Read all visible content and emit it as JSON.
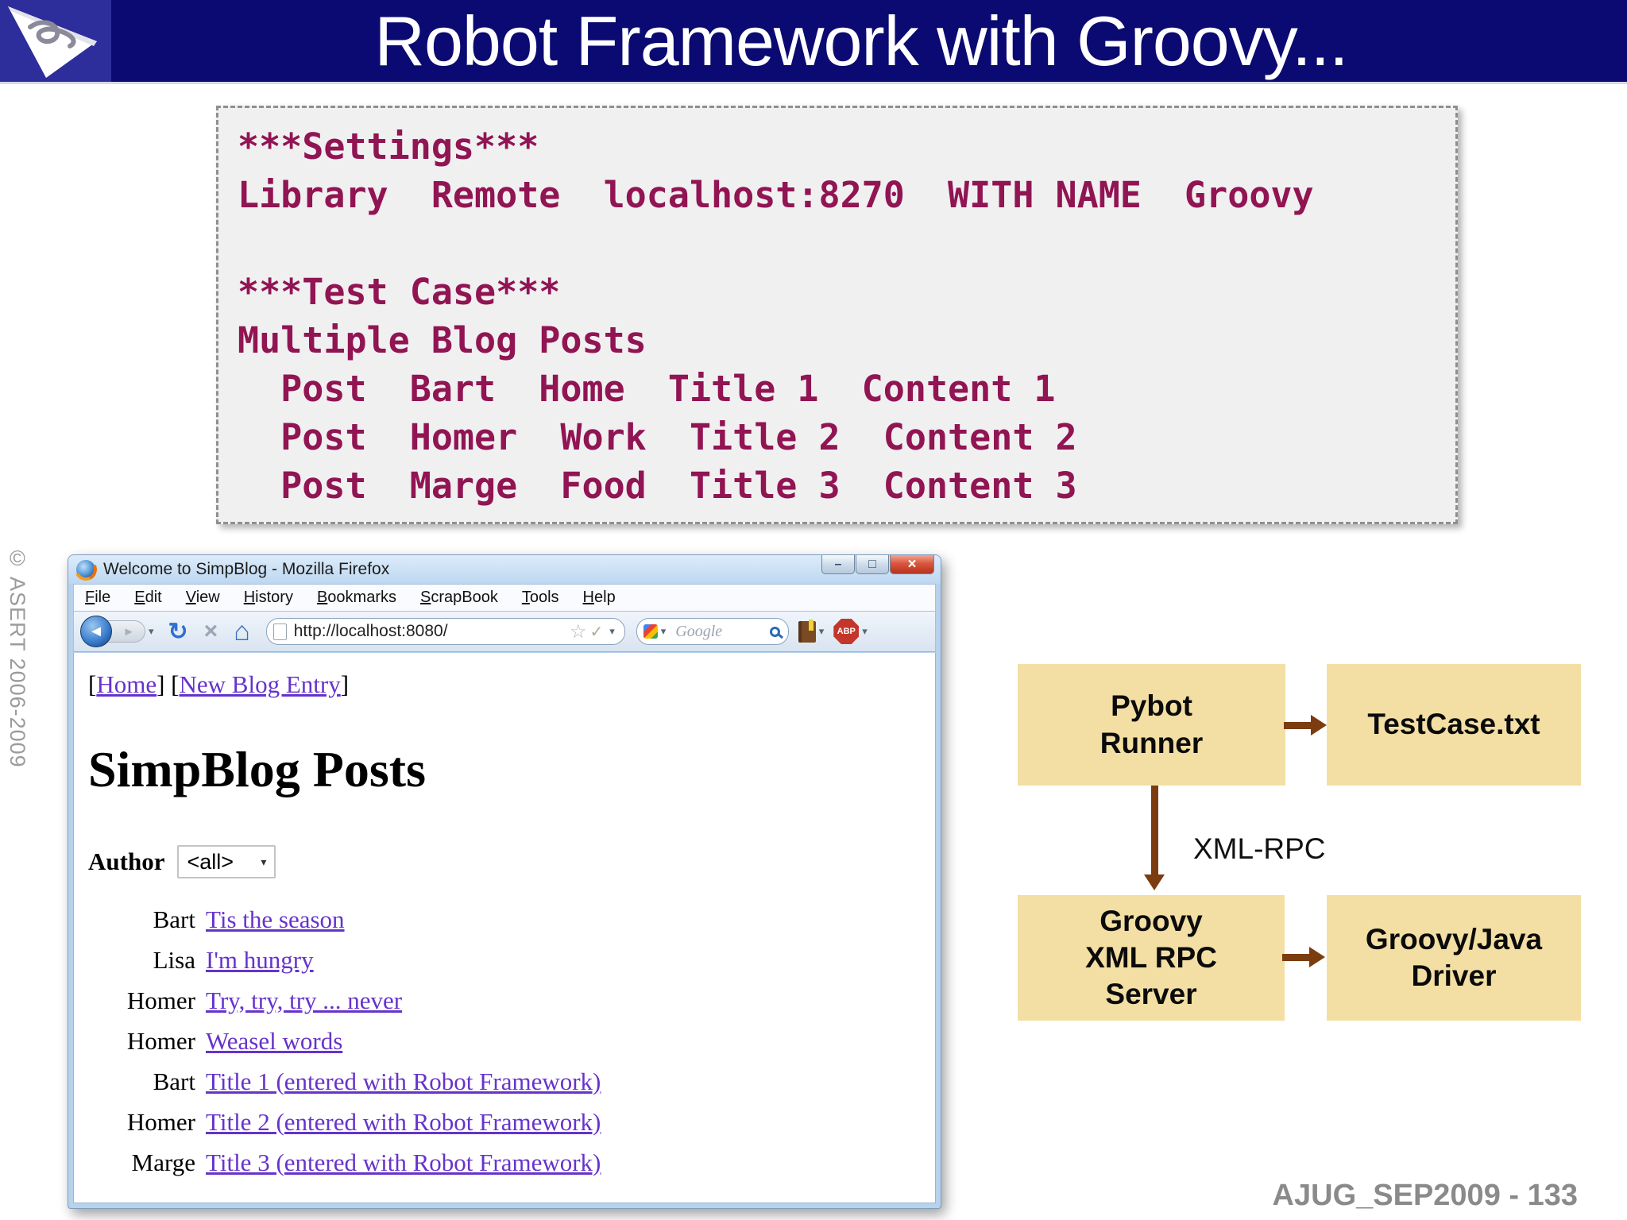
{
  "header": {
    "title": "Robot Framework with Groovy..."
  },
  "code": {
    "lines": [
      "***Settings***",
      "Library  Remote  localhost:8270  WITH NAME  Groovy",
      "",
      "***Test Case***",
      "Multiple Blog Posts",
      "  Post  Bart  Home  Title 1  Content 1",
      "  Post  Homer  Work  Title 2  Content 2",
      "  Post  Marge  Food  Title 3  Content 3"
    ]
  },
  "copyright": "© ASERT 2006-2009",
  "footer": "AJUG_SEP2009 - 133",
  "browser": {
    "window_title": "Welcome to SimpBlog - Mozilla Firefox",
    "menus": [
      "File",
      "Edit",
      "View",
      "History",
      "Bookmarks",
      "ScrapBook",
      "Tools",
      "Help"
    ],
    "url": "http://localhost:8080/",
    "search_engine": "Google",
    "abp_label": "ABP",
    "content": {
      "brackets": [
        "[",
        "]"
      ],
      "nav_links": [
        "Home",
        "New Blog Entry"
      ],
      "heading": "SimpBlog Posts",
      "author_label": "Author",
      "author_filter_value": "<all>",
      "posts": [
        {
          "author": "Bart",
          "title": "Tis the season"
        },
        {
          "author": "Lisa",
          "title": "I'm hungry"
        },
        {
          "author": "Homer",
          "title": "Try, try, try ... never"
        },
        {
          "author": "Homer",
          "title": "Weasel words"
        },
        {
          "author": "Bart",
          "title": "Title 1 (entered with Robot Framework)"
        },
        {
          "author": "Homer",
          "title": "Title 2 (entered with Robot Framework)"
        },
        {
          "author": "Marge",
          "title": "Title 3 (entered with Robot Framework)"
        }
      ]
    }
  },
  "diagram": {
    "boxes": [
      {
        "label": "Pybot\nRunner"
      },
      {
        "label": "TestCase.txt"
      },
      {
        "label": "Groovy\nXML RPC\nServer"
      },
      {
        "label": "Groovy/Java\nDriver"
      }
    ],
    "arrow_label": "XML-RPC"
  },
  "icons": {
    "back": "◄",
    "forward": "►",
    "dropdown": "▾",
    "reload": "↻",
    "stop": "×",
    "home": "⌂",
    "star": "☆",
    "check": "✓",
    "minimize": "–",
    "maximize": "□",
    "close": "×"
  },
  "colors": {
    "header_navy": "#0a0a72",
    "code_magenta": "#911453",
    "link_purple": "#6633cc",
    "diagram_box_tan": "#f3dfa3",
    "diagram_arrow_brown": "#7b3c10",
    "abp_red": "#c3362b"
  }
}
